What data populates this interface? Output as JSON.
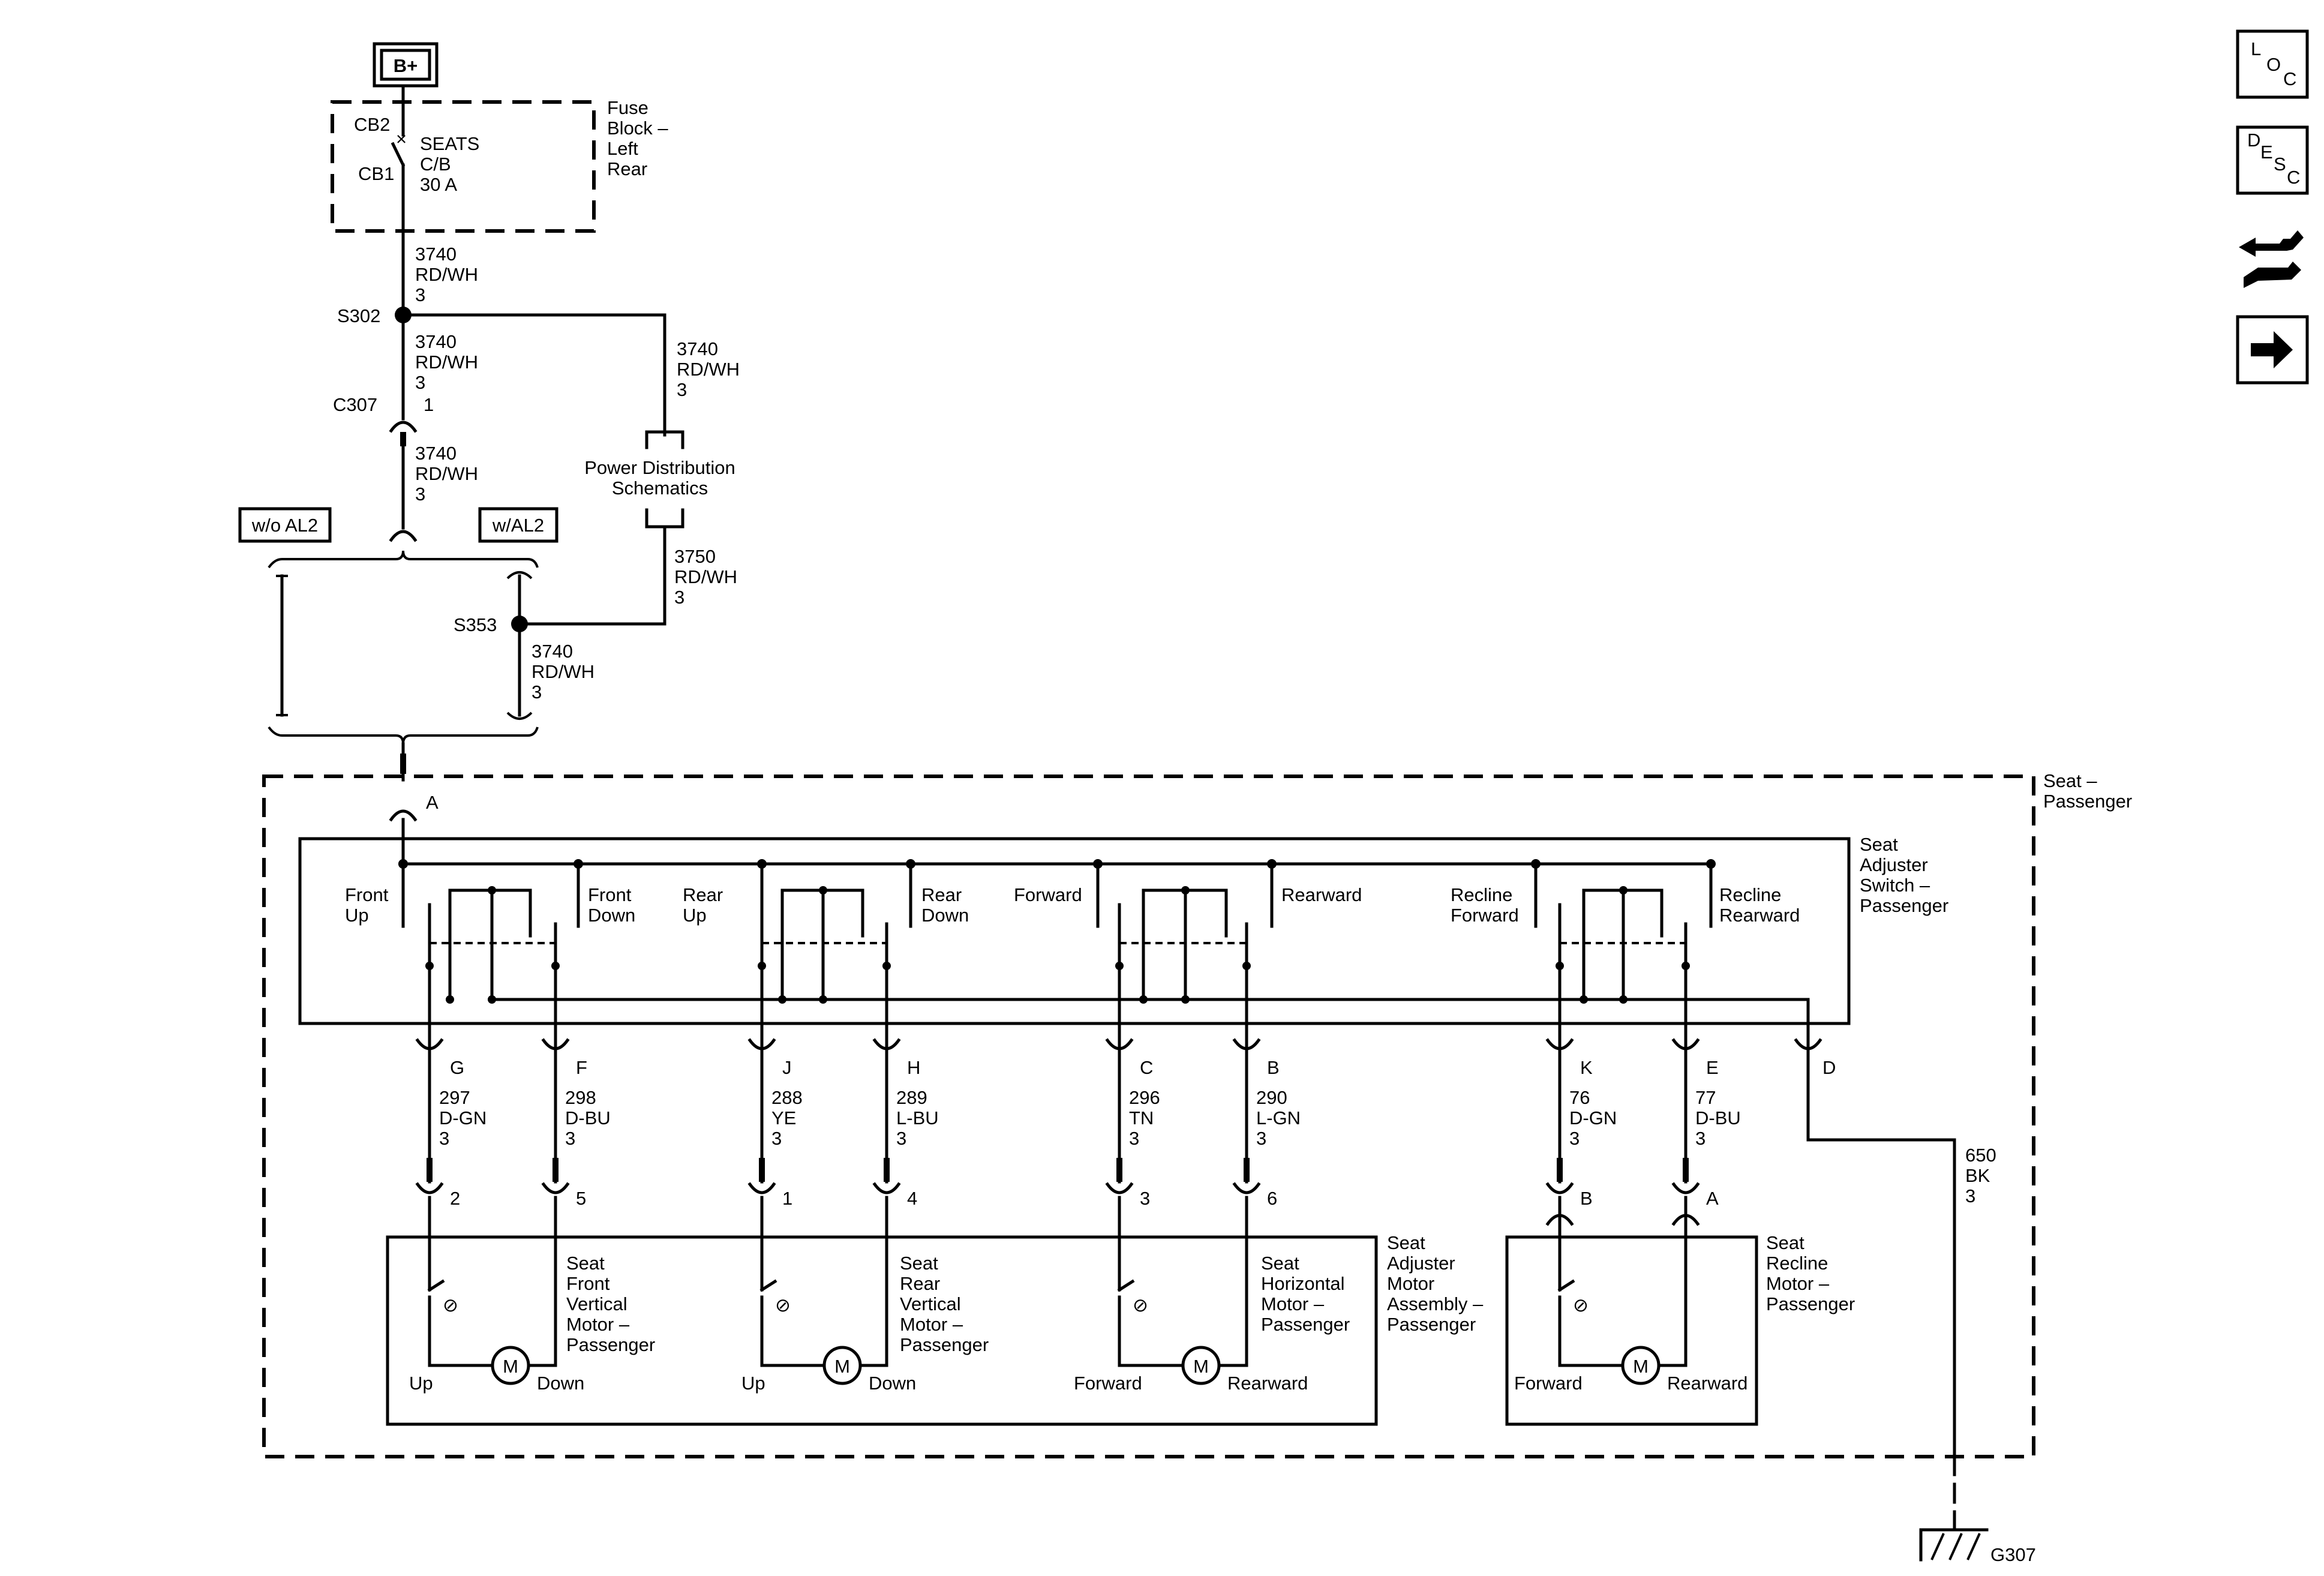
{
  "power": {
    "label": "B+"
  },
  "fuse_block": {
    "name_lines": [
      "Fuse",
      "Block –",
      "Left",
      "Rear"
    ],
    "cb2": "CB2",
    "cb1": "CB1",
    "device_lines": [
      "SEATS",
      "C/B",
      "30 A"
    ]
  },
  "splices": {
    "s302": "S302",
    "s353": "S353"
  },
  "connectors": {
    "c307": "C307",
    "c307_pin": "1",
    "a": "A"
  },
  "option_tags": {
    "without": "w/o AL2",
    "with": "w/AL2"
  },
  "power_distribution": {
    "lines": [
      "Power Distribution",
      "Schematics"
    ]
  },
  "wires": {
    "w1": [
      "3740",
      "RD/WH",
      "3"
    ],
    "w2": [
      "3740",
      "RD/WH",
      "3"
    ],
    "w3": [
      "3740",
      "RD/WH",
      "3"
    ],
    "w4": [
      "3740",
      "RD/WH",
      "3"
    ],
    "w5": [
      "3750",
      "RD/WH",
      "3"
    ],
    "w6": [
      "3740",
      "RD/WH",
      "3"
    ],
    "ground": [
      "650",
      "BK",
      "3"
    ]
  },
  "seat_module": {
    "lines": [
      "Seat –",
      "Passenger"
    ]
  },
  "switch": {
    "lines": [
      "Seat",
      "Adjuster",
      "Switch –",
      "Passenger"
    ],
    "labels": {
      "front_up": [
        "Front",
        "Up"
      ],
      "front_down": [
        "Front",
        "Down"
      ],
      "rear_up": [
        "Rear",
        "Up"
      ],
      "rear_down": [
        "Rear",
        "Down"
      ],
      "forward": [
        "Forward"
      ],
      "rearward": [
        "Rearward"
      ],
      "recline_forward": [
        "Recline",
        "Forward"
      ],
      "recline_rearward": [
        "Recline",
        "Rearward"
      ]
    }
  },
  "circuits": [
    {
      "pin": "G",
      "num": "297",
      "color": "D-GN",
      "size": "3",
      "motor_pin": "2"
    },
    {
      "pin": "F",
      "num": "298",
      "color": "D-BU",
      "size": "3",
      "motor_pin": "5"
    },
    {
      "pin": "J",
      "num": "288",
      "color": "YE",
      "size": "3",
      "motor_pin": "1"
    },
    {
      "pin": "H",
      "num": "289",
      "color": "L-BU",
      "size": "3",
      "motor_pin": "4"
    },
    {
      "pin": "C",
      "num": "296",
      "color": "TN",
      "size": "3",
      "motor_pin": "3"
    },
    {
      "pin": "B",
      "num": "290",
      "color": "L-GN",
      "size": "3",
      "motor_pin": "6"
    },
    {
      "pin": "K",
      "num": "76",
      "color": "D-GN",
      "size": "3",
      "motor_pin": "B"
    },
    {
      "pin": "E",
      "num": "77",
      "color": "D-BU",
      "size": "3",
      "motor_pin": "A"
    }
  ],
  "ground_pin": "D",
  "motor_assembly": {
    "lines": [
      "Seat",
      "Adjuster",
      "Motor",
      "Assembly –",
      "Passenger"
    ]
  },
  "motors": {
    "front_vertical": {
      "lines": [
        "Seat",
        "Front",
        "Vertical",
        "Motor –",
        "Passenger"
      ],
      "left": "Up",
      "right": "Down",
      "symbol": "M"
    },
    "rear_vertical": {
      "lines": [
        "Seat",
        "Rear",
        "Vertical",
        "Motor –",
        "Passenger"
      ],
      "left": "Up",
      "right": "Down",
      "symbol": "M"
    },
    "horizontal": {
      "lines": [
        "Seat",
        "Horizontal",
        "Motor –",
        "Passenger"
      ],
      "left": "Forward",
      "right": "Rearward",
      "symbol": "M"
    },
    "recline": {
      "lines": [
        "Seat",
        "Recline",
        "Motor –",
        "Passenger"
      ],
      "left": "Forward",
      "right": "Rearward",
      "symbol": "M"
    }
  },
  "ground": {
    "label": "G307"
  },
  "nav_buttons": {
    "loc": [
      "L",
      "O",
      "C"
    ],
    "desc": [
      "D",
      "E",
      "S",
      "C"
    ],
    "wrench": "connector-end-view-icon",
    "next": "next-arrow-icon"
  }
}
